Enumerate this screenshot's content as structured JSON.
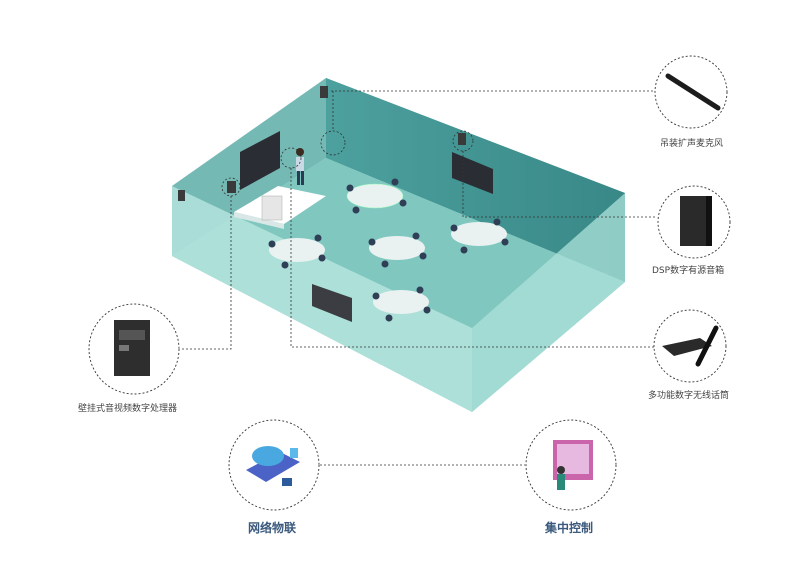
{
  "devices": {
    "hanging_mic": "吊装扩声麦克风",
    "dsp_speaker": "DSP数字有源音箱",
    "wireless_mic": "多功能数字无线话筒",
    "wall_processor": "壁挂式音视频数字处理器"
  },
  "features": {
    "iot": "网络物联",
    "central_control": "集中控制"
  },
  "colors": {
    "room_top": "#2f8a8a",
    "room_back": "#4aa3a0",
    "room_floor": "#86d0c8",
    "room_front": "#b5e3dd",
    "accent_text": "#3c5a7e"
  }
}
